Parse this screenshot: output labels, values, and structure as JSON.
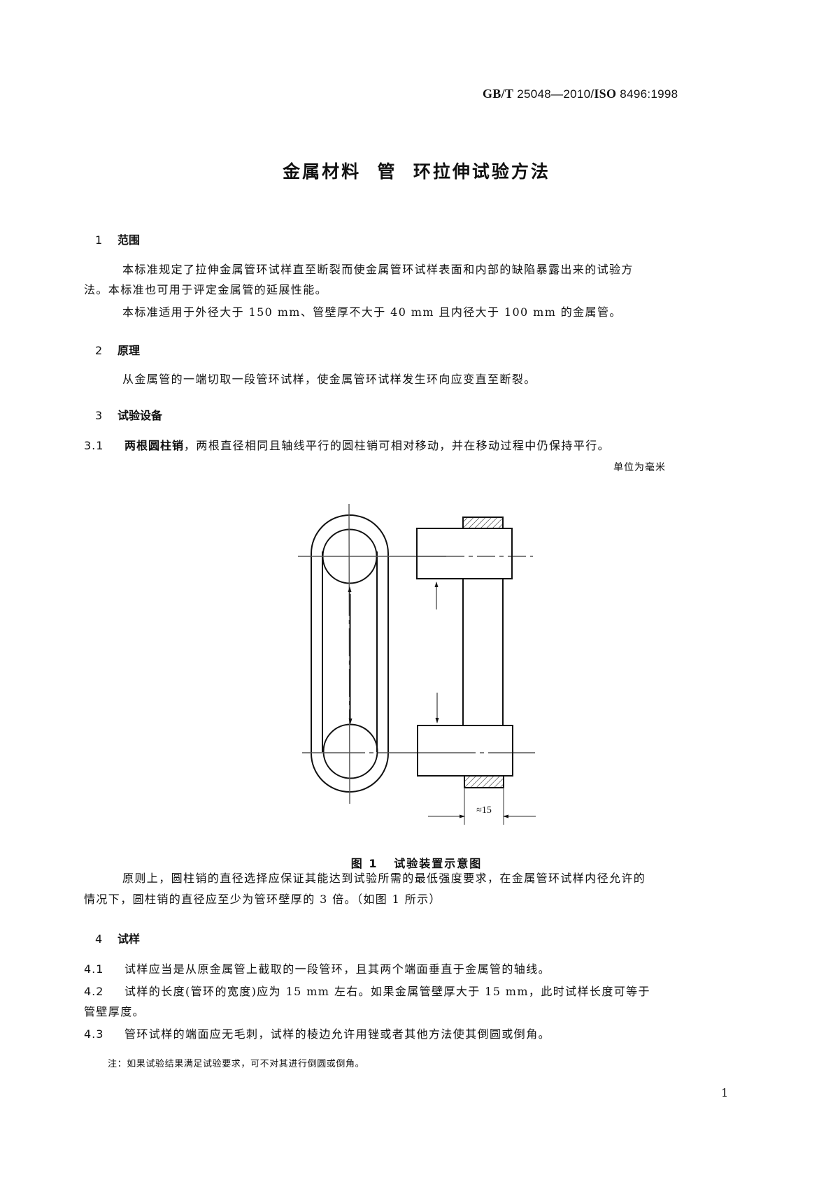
{
  "header": {
    "std_prefix": "GB/T",
    "std_number": " 25048—2010/",
    "iso_prefix": "ISO",
    "iso_number": " 8496:1998"
  },
  "title": "金属材料  管  环拉伸试验方法",
  "sections": [
    {
      "number": "1",
      "heading": "范围",
      "paragraphs": [
        "本标准规定了拉伸金属管环试样直至断裂而使金属管环试样表面和内部的缺陷暴露出来的试验方",
        "法。本标准也可用于评定金属管的延展性能。",
        "本标准适用于外径大于 150 mm、管壁厚不大于 40 mm 且内径大于 100 mm 的金属管。"
      ]
    },
    {
      "number": "2",
      "heading": "原理",
      "paragraphs": [
        "从金属管的一端切取一段管环试样，使金属管环试样发生环向应变直至断裂。"
      ]
    },
    {
      "number": "3",
      "heading": "试验设备",
      "clauses": [
        {
          "number": "3.1",
          "term": "两根圆柱销",
          "text": "，两根直径相同且轴线平行的圆柱销可相对移动，并在移动过程中仍保持平行。"
        }
      ],
      "unit_note": "单位为毫米",
      "figure": {
        "caption": "图 1   试验装置示意图",
        "dimension_label": "≈15"
      },
      "after_figure": [
        "原则上，圆柱销的直径选择应保证其能达到试验所需的最低强度要求，在金属管环试样内径允许的",
        "情况下，圆柱销的直径应至少为管环壁厚的 3 倍。（如图 1 所示）"
      ]
    },
    {
      "number": "4",
      "heading": "试样",
      "clauses": [
        {
          "number": "4.1",
          "text": "试样应当是从原金属管上截取的一段管环，且其两个端面垂直于金属管的轴线。"
        },
        {
          "number": "4.2",
          "text": "试样的长度(管环的宽度)应为 15 mm 左右。如果金属管壁厚大于 15 mm，此时试样长度可等于",
          "continuation": "管壁厚度。"
        },
        {
          "number": "4.3",
          "text": "管环试样的端面应无毛刺，试样的棱边允许用锉或者其他方法使其倒圆或倒角。"
        }
      ],
      "note": "注：如果试验结果满足试验要求，可不对其进行倒圆或倒角。"
    }
  ],
  "page_number": "1"
}
